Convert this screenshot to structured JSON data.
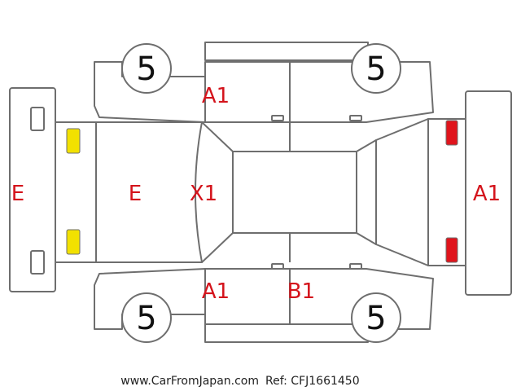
{
  "colors": {
    "outline": "#6e6e6e",
    "code_text": "#d4141c",
    "front_lamp": "#f2e100",
    "rear_lamp": "#e0141c"
  },
  "tires": {
    "front_left": "5",
    "rear_left": "5",
    "front_right": "5",
    "rear_right": "5"
  },
  "codes": {
    "front_bumper": "E",
    "hood": "E",
    "windshield": "X1",
    "left_front_door": "A1",
    "right_front_door": "A1",
    "right_rear_door": "B1",
    "rear_bumper": "A1"
  },
  "footer": {
    "site": "www.CarFromJapan.com",
    "ref": "Ref: CFJ1661450"
  }
}
